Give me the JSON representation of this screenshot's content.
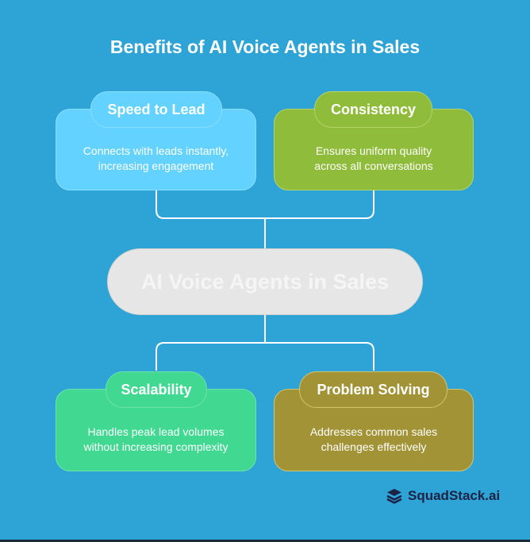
{
  "title": "Benefits of AI Voice Agents in Sales",
  "center": {
    "label": "AI Voice Agents in Sales"
  },
  "cards": {
    "speed": {
      "heading": "Speed to Lead",
      "line1": "Connects with leads instantly,",
      "line2": "increasing engagement",
      "color": "#64d2ff"
    },
    "consistency": {
      "heading": "Consistency",
      "line1": "Ensures uniform quality",
      "line2": "across all conversations",
      "color": "#8fbc3a"
    },
    "scalability": {
      "heading": "Scalability",
      "line1": "Handles peak lead volumes",
      "line2": "without increasing complexity",
      "color": "#41d992"
    },
    "problem": {
      "heading": "Problem Solving",
      "line1": "Addresses common sales",
      "line2": "challenges effectively",
      "color": "#a29337"
    }
  },
  "brand": {
    "name": "SquadStack.ai",
    "icon": "squadstack-logo-icon"
  }
}
